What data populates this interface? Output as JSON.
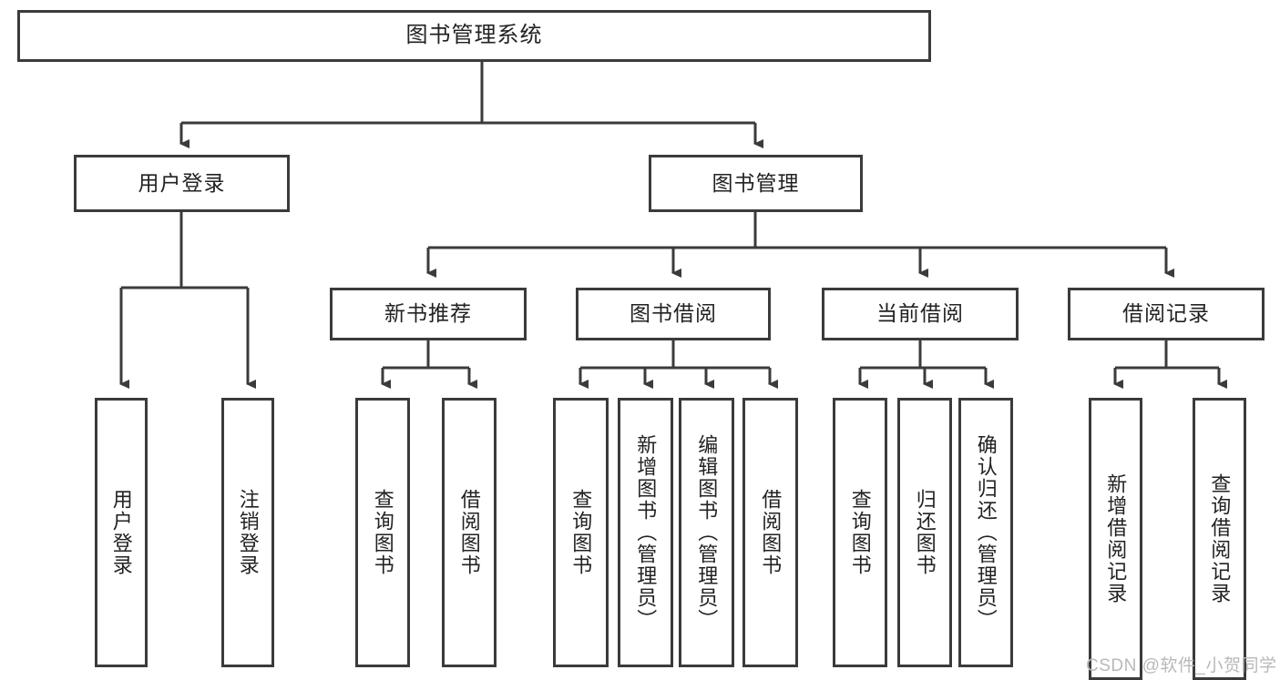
{
  "diagram": {
    "title": "图书管理系统",
    "watermark": "CSDN @软件_小贺同学",
    "colors": {
      "stroke": "#3b3b3b",
      "background": "#ffffff",
      "text": "#222222",
      "watermark": "#b9b9b9"
    },
    "nodes": {
      "root": {
        "label": "图书管理系统"
      },
      "level2": [
        {
          "label": "用户登录"
        },
        {
          "label": "图书管理"
        }
      ],
      "level3": [
        {
          "label": "新书推荐"
        },
        {
          "label": "图书借阅"
        },
        {
          "label": "当前借阅"
        },
        {
          "label": "借阅记录"
        }
      ],
      "leaves": {
        "user_login": [
          {
            "label": "用户登录"
          },
          {
            "label": "注销登录"
          }
        ],
        "new_book": [
          {
            "label": "查询图书"
          },
          {
            "label": "借阅图书"
          }
        ],
        "book_borrow": [
          {
            "label": "查询图书"
          },
          {
            "label": "新增图书（管理员）"
          },
          {
            "label": "编辑图书（管理员）"
          },
          {
            "label": "借阅图书"
          }
        ],
        "current_borrow": [
          {
            "label": "查询图书"
          },
          {
            "label": "归还图书"
          },
          {
            "label": "确认归还（管理员）"
          }
        ],
        "borrow_record": [
          {
            "label": "新增借阅记录"
          },
          {
            "label": "查询借阅记录"
          }
        ]
      }
    }
  }
}
